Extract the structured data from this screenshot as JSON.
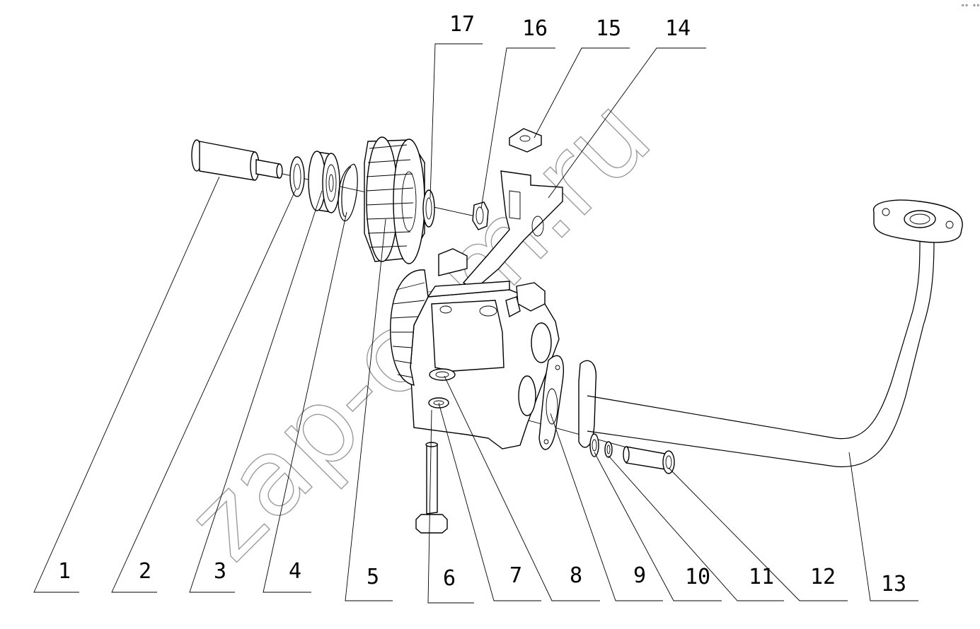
{
  "corner_mark": "ᵒᵒ ᵒᵒᵒ",
  "watermark": "zap-com.ru",
  "callouts": [
    {
      "label": "1"
    },
    {
      "label": "2"
    },
    {
      "label": "3"
    },
    {
      "label": "4"
    },
    {
      "label": "5"
    },
    {
      "label": "6"
    },
    {
      "label": "7"
    },
    {
      "label": "8"
    },
    {
      "label": "9"
    },
    {
      "label": "10"
    },
    {
      "label": "11"
    },
    {
      "label": "12"
    },
    {
      "label": "13"
    },
    {
      "label": "14"
    },
    {
      "label": "15"
    },
    {
      "label": "16"
    },
    {
      "label": "17"
    }
  ]
}
